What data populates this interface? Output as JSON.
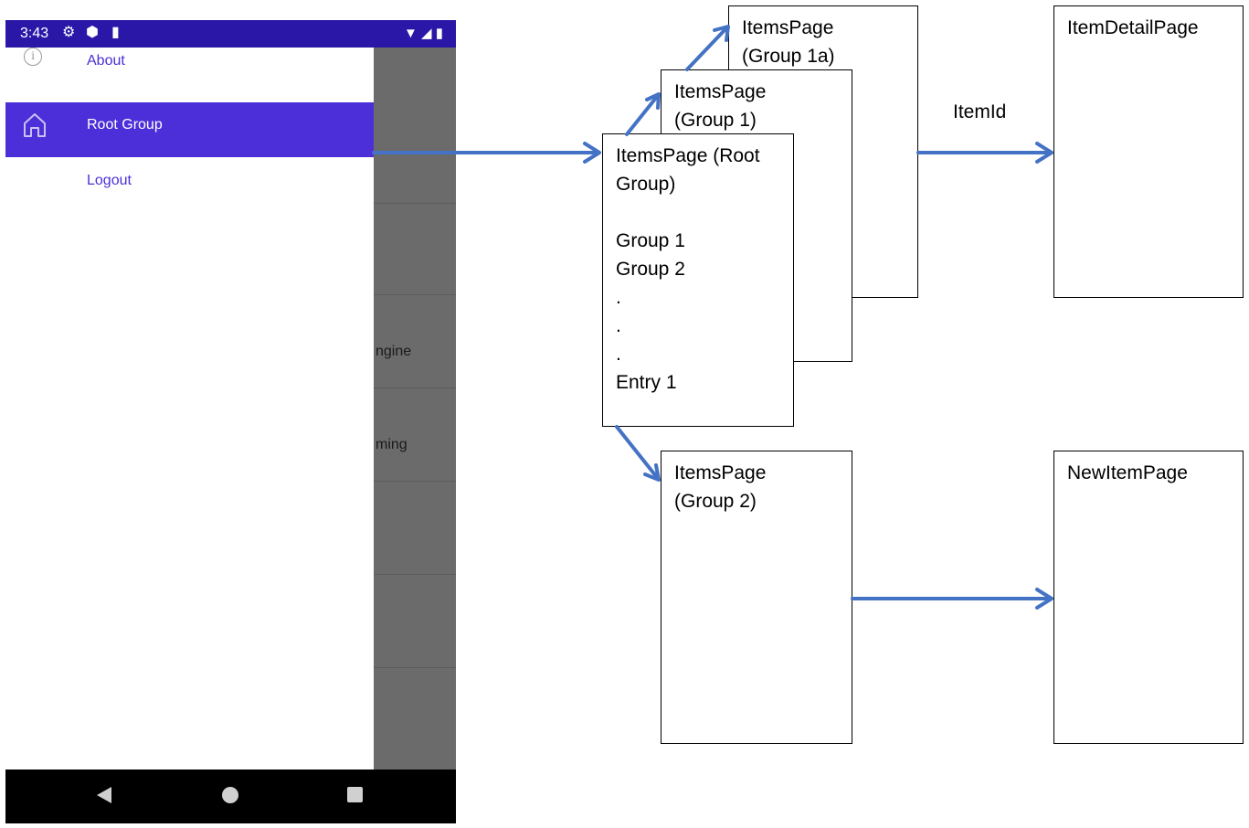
{
  "phone": {
    "status_bar": {
      "time": "3:43"
    },
    "menu": {
      "about_label": "About",
      "root_group_label": "Root Group",
      "logout_label": "Logout"
    },
    "background_peek": {
      "row1_text": "ngine",
      "row2_text": "ming"
    },
    "accent_color": "#4d2fd9",
    "status_bar_color": "#2a17a8"
  },
  "diagram": {
    "pages": {
      "items_page_group_1a": "ItemsPage\n(Group 1a)",
      "items_page_group_1": "ItemsPage\n(Group 1)",
      "items_page_root": "ItemsPage (Root\nGroup)\n\nGroup 1\nGroup 2\n.\n.\n.\nEntry 1",
      "items_page_group_2": "ItemsPage\n(Group 2)",
      "item_detail_page": "ItemDetailPage",
      "new_item_page": "NewItemPage"
    },
    "edge_labels": {
      "item_id": "ItemId"
    },
    "arrow_color": "#4472c4"
  }
}
